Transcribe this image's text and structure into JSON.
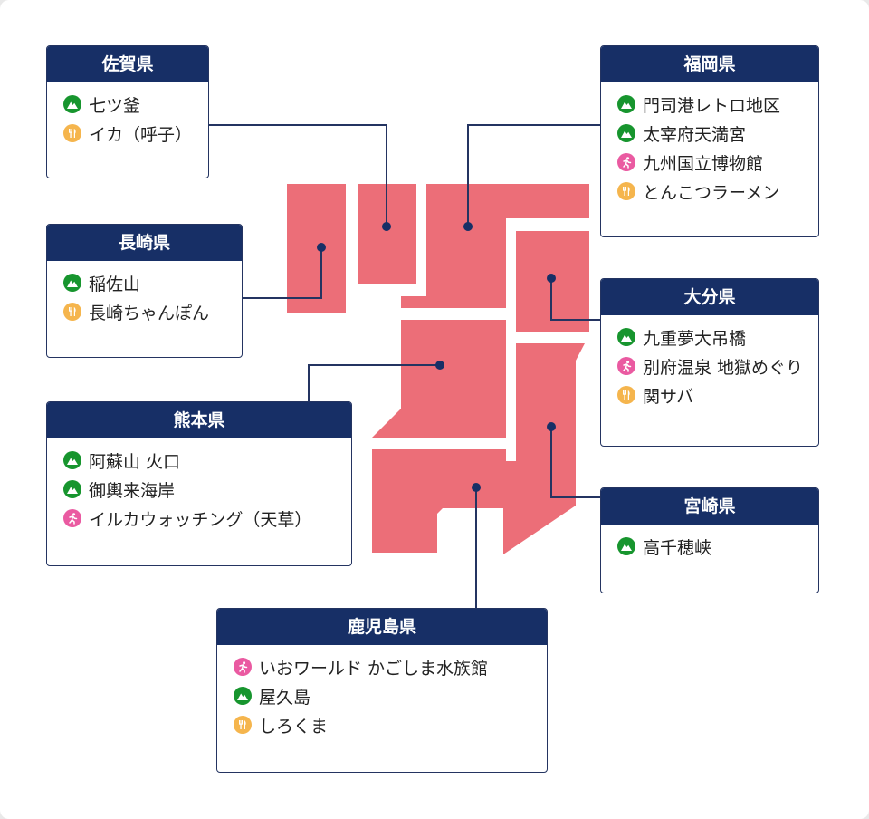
{
  "icons": {
    "mountain": {
      "name": "mountain-icon",
      "color": "#17952e"
    },
    "food": {
      "name": "fork-knife-icon",
      "color": "#f5b54d"
    },
    "spot": {
      "name": "person-running-icon",
      "color": "#ea5aa1"
    }
  },
  "colors": {
    "header": "#172f66",
    "region": "#ec6e78",
    "line": "#243461"
  },
  "prefectures": [
    {
      "id": "saga",
      "title": "佐賀県",
      "items": [
        {
          "icon": "mountain",
          "label": "七ツ釜"
        },
        {
          "icon": "food",
          "label": "イカ（呼子）"
        }
      ]
    },
    {
      "id": "fukuoka",
      "title": "福岡県",
      "items": [
        {
          "icon": "mountain",
          "label": "門司港レトロ地区"
        },
        {
          "icon": "mountain",
          "label": "太宰府天満宮"
        },
        {
          "icon": "spot",
          "label": "九州国立博物館"
        },
        {
          "icon": "food",
          "label": "とんこつラーメン"
        }
      ]
    },
    {
      "id": "nagasaki",
      "title": "長崎県",
      "items": [
        {
          "icon": "mountain",
          "label": "稲佐山"
        },
        {
          "icon": "food",
          "label": "長崎ちゃんぽん"
        }
      ]
    },
    {
      "id": "oita",
      "title": "大分県",
      "items": [
        {
          "icon": "mountain",
          "label": "九重夢大吊橋"
        },
        {
          "icon": "spot",
          "label": "別府温泉 地獄めぐり"
        },
        {
          "icon": "food",
          "label": "関サバ"
        }
      ]
    },
    {
      "id": "kumamoto",
      "title": "熊本県",
      "items": [
        {
          "icon": "mountain",
          "label": "阿蘇山 火口"
        },
        {
          "icon": "mountain",
          "label": "御輿来海岸"
        },
        {
          "icon": "spot",
          "label": "イルカウォッチング（天草）"
        }
      ]
    },
    {
      "id": "miyazaki",
      "title": "宮崎県",
      "items": [
        {
          "icon": "mountain",
          "label": "高千穂峡"
        }
      ]
    },
    {
      "id": "kagoshima",
      "title": "鹿児島県",
      "items": [
        {
          "icon": "spot",
          "label": "いおワールド かごしま水族館"
        },
        {
          "icon": "mountain",
          "label": "屋久島"
        },
        {
          "icon": "food",
          "label": "しろくま"
        }
      ]
    }
  ]
}
